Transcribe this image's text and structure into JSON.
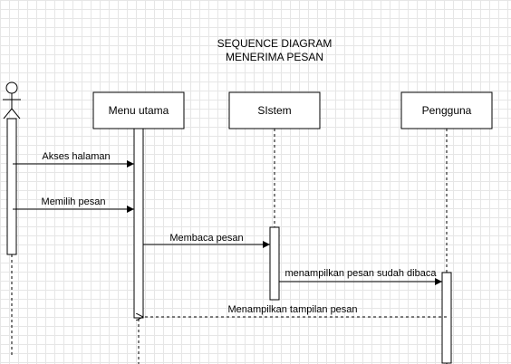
{
  "diagram": {
    "title_line1": "SEQUENCE DIAGRAM",
    "title_line2": "MENERIMA PESAN",
    "participants": {
      "menu": "Menu utama",
      "sistem": "SIstem",
      "pengguna": "Pengguna"
    },
    "messages": {
      "m1": "Akses halaman",
      "m2": "Memilih pesan",
      "m3": "Membaca pesan",
      "m4": "menampilkan pesan sudah dibaca",
      "m5": "Menampilkan tampilan pesan"
    },
    "colors": {
      "stroke": "#000000",
      "grid": "#e6e6e6",
      "background": "#ffffff"
    }
  }
}
